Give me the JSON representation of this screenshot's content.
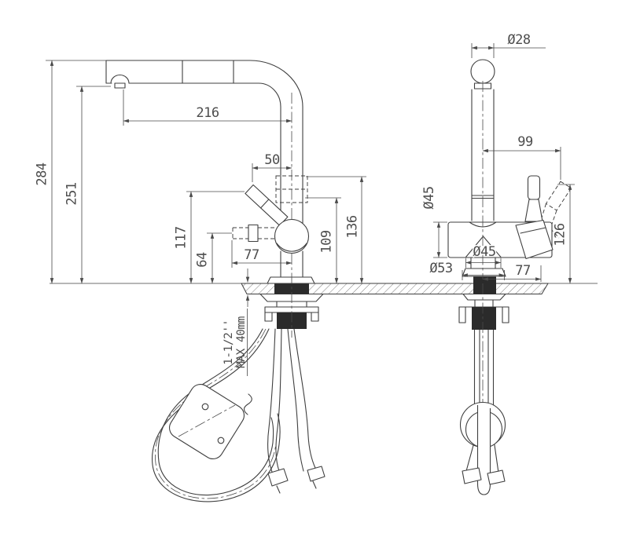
{
  "style": {
    "line_color": "#3f3f3f",
    "text_color": "#4d4d4d",
    "background": "#ffffff",
    "hardware_fill": "#2b2b2b"
  },
  "side_view": {
    "overall_height": "284",
    "outlet_height": "251",
    "spout_reach": "216",
    "lever_offset": "50",
    "lever_height": "117",
    "holder_height": "64",
    "holder_reach": "77",
    "undernut_height": "109",
    "nut_top_height": "136"
  },
  "front_view": {
    "knob_diameter": "Ø28",
    "handle_reach": "99",
    "body_diameter": "Ø45",
    "outlet_diameter": "Ø45",
    "base_diameter": "Ø53",
    "handle_offset": "77",
    "handle_top_height": "126"
  },
  "installation": {
    "thread_size": "1-1/2''",
    "max_counter_thickness": "MAX 40mm"
  }
}
